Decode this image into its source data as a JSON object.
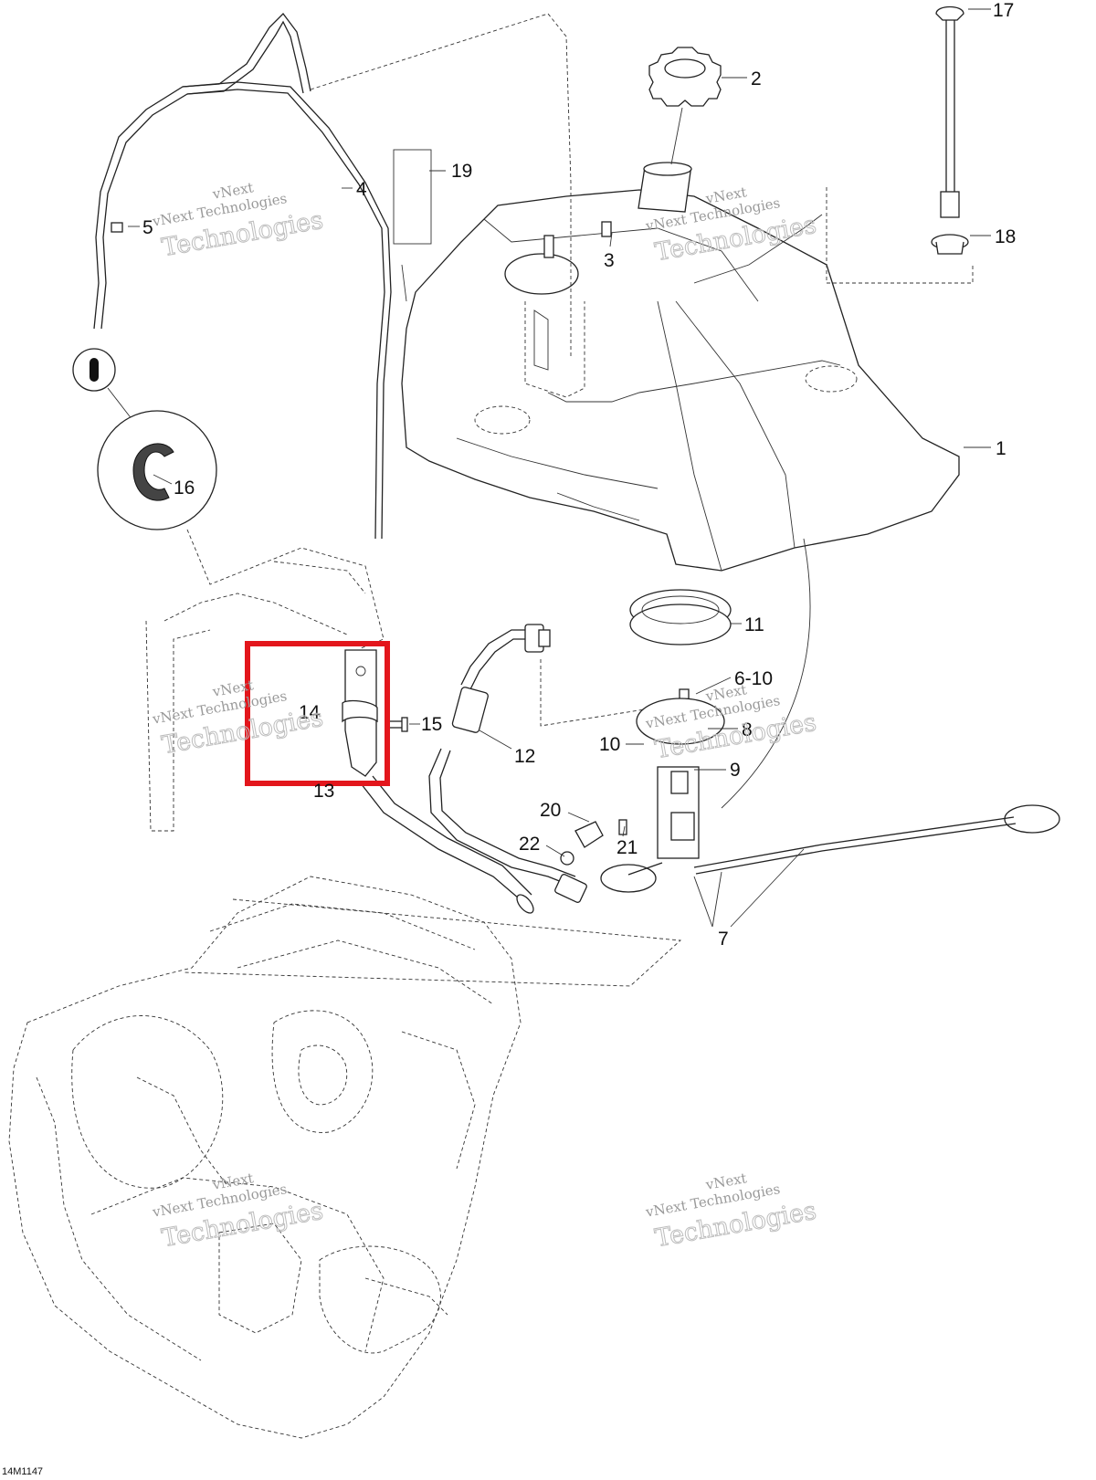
{
  "diagram": {
    "callouts": [
      "1",
      "2",
      "3",
      "4",
      "5",
      "6-10",
      "7",
      "8",
      "9",
      "10",
      "11",
      "12",
      "13",
      "14",
      "15",
      "16",
      "17",
      "18",
      "19",
      "20",
      "21",
      "22"
    ],
    "watermark": {
      "line1": "vNext",
      "line2": "vNext Technologies",
      "line3": "Technologies"
    },
    "drawing_id": "14M1147",
    "highlight_color": "#e3161c"
  }
}
